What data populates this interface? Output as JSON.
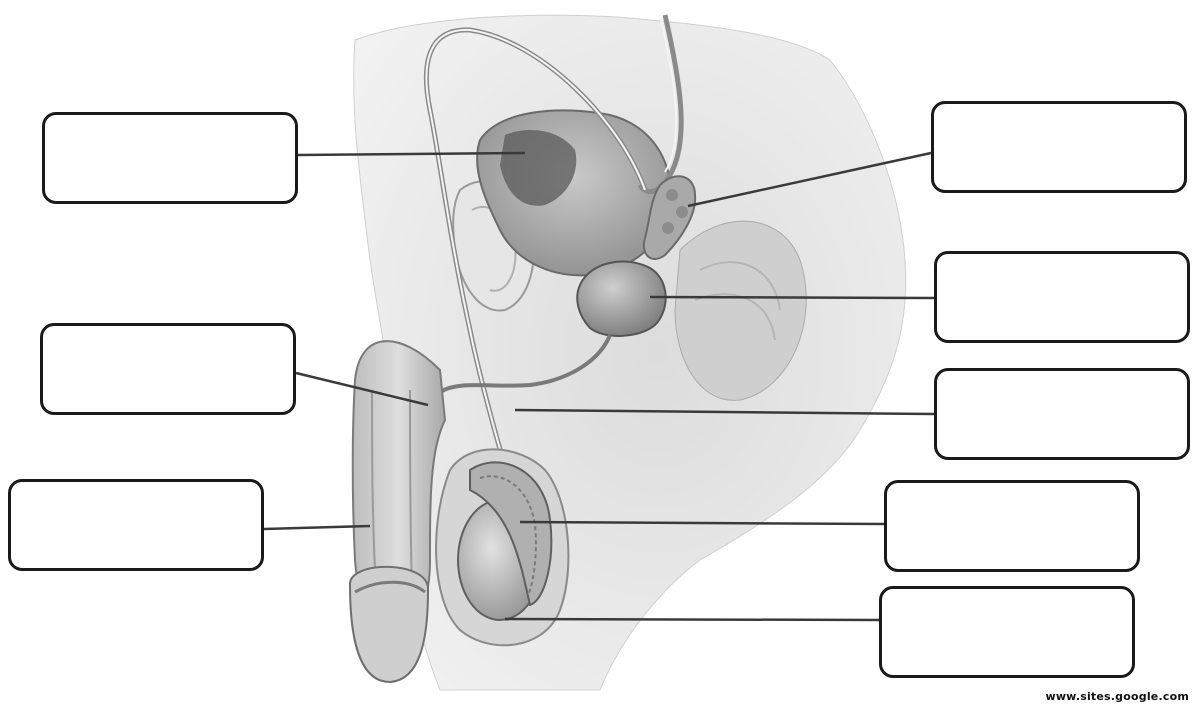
{
  "labels": [
    {
      "id": "left-1",
      "text": ""
    },
    {
      "id": "left-2",
      "text": ""
    },
    {
      "id": "left-3",
      "text": ""
    },
    {
      "id": "right-1",
      "text": ""
    },
    {
      "id": "right-2",
      "text": ""
    },
    {
      "id": "right-3",
      "text": ""
    },
    {
      "id": "right-4",
      "text": ""
    },
    {
      "id": "right-5",
      "text": ""
    }
  ],
  "credit": "www.sites.google.com",
  "colors": {
    "line": "#3a3a3a",
    "box_border": "#1a1a1a",
    "tissue_light": "#e8e8e8",
    "tissue_mid": "#c8c8c8",
    "tissue_dark": "#9a9a9a"
  }
}
